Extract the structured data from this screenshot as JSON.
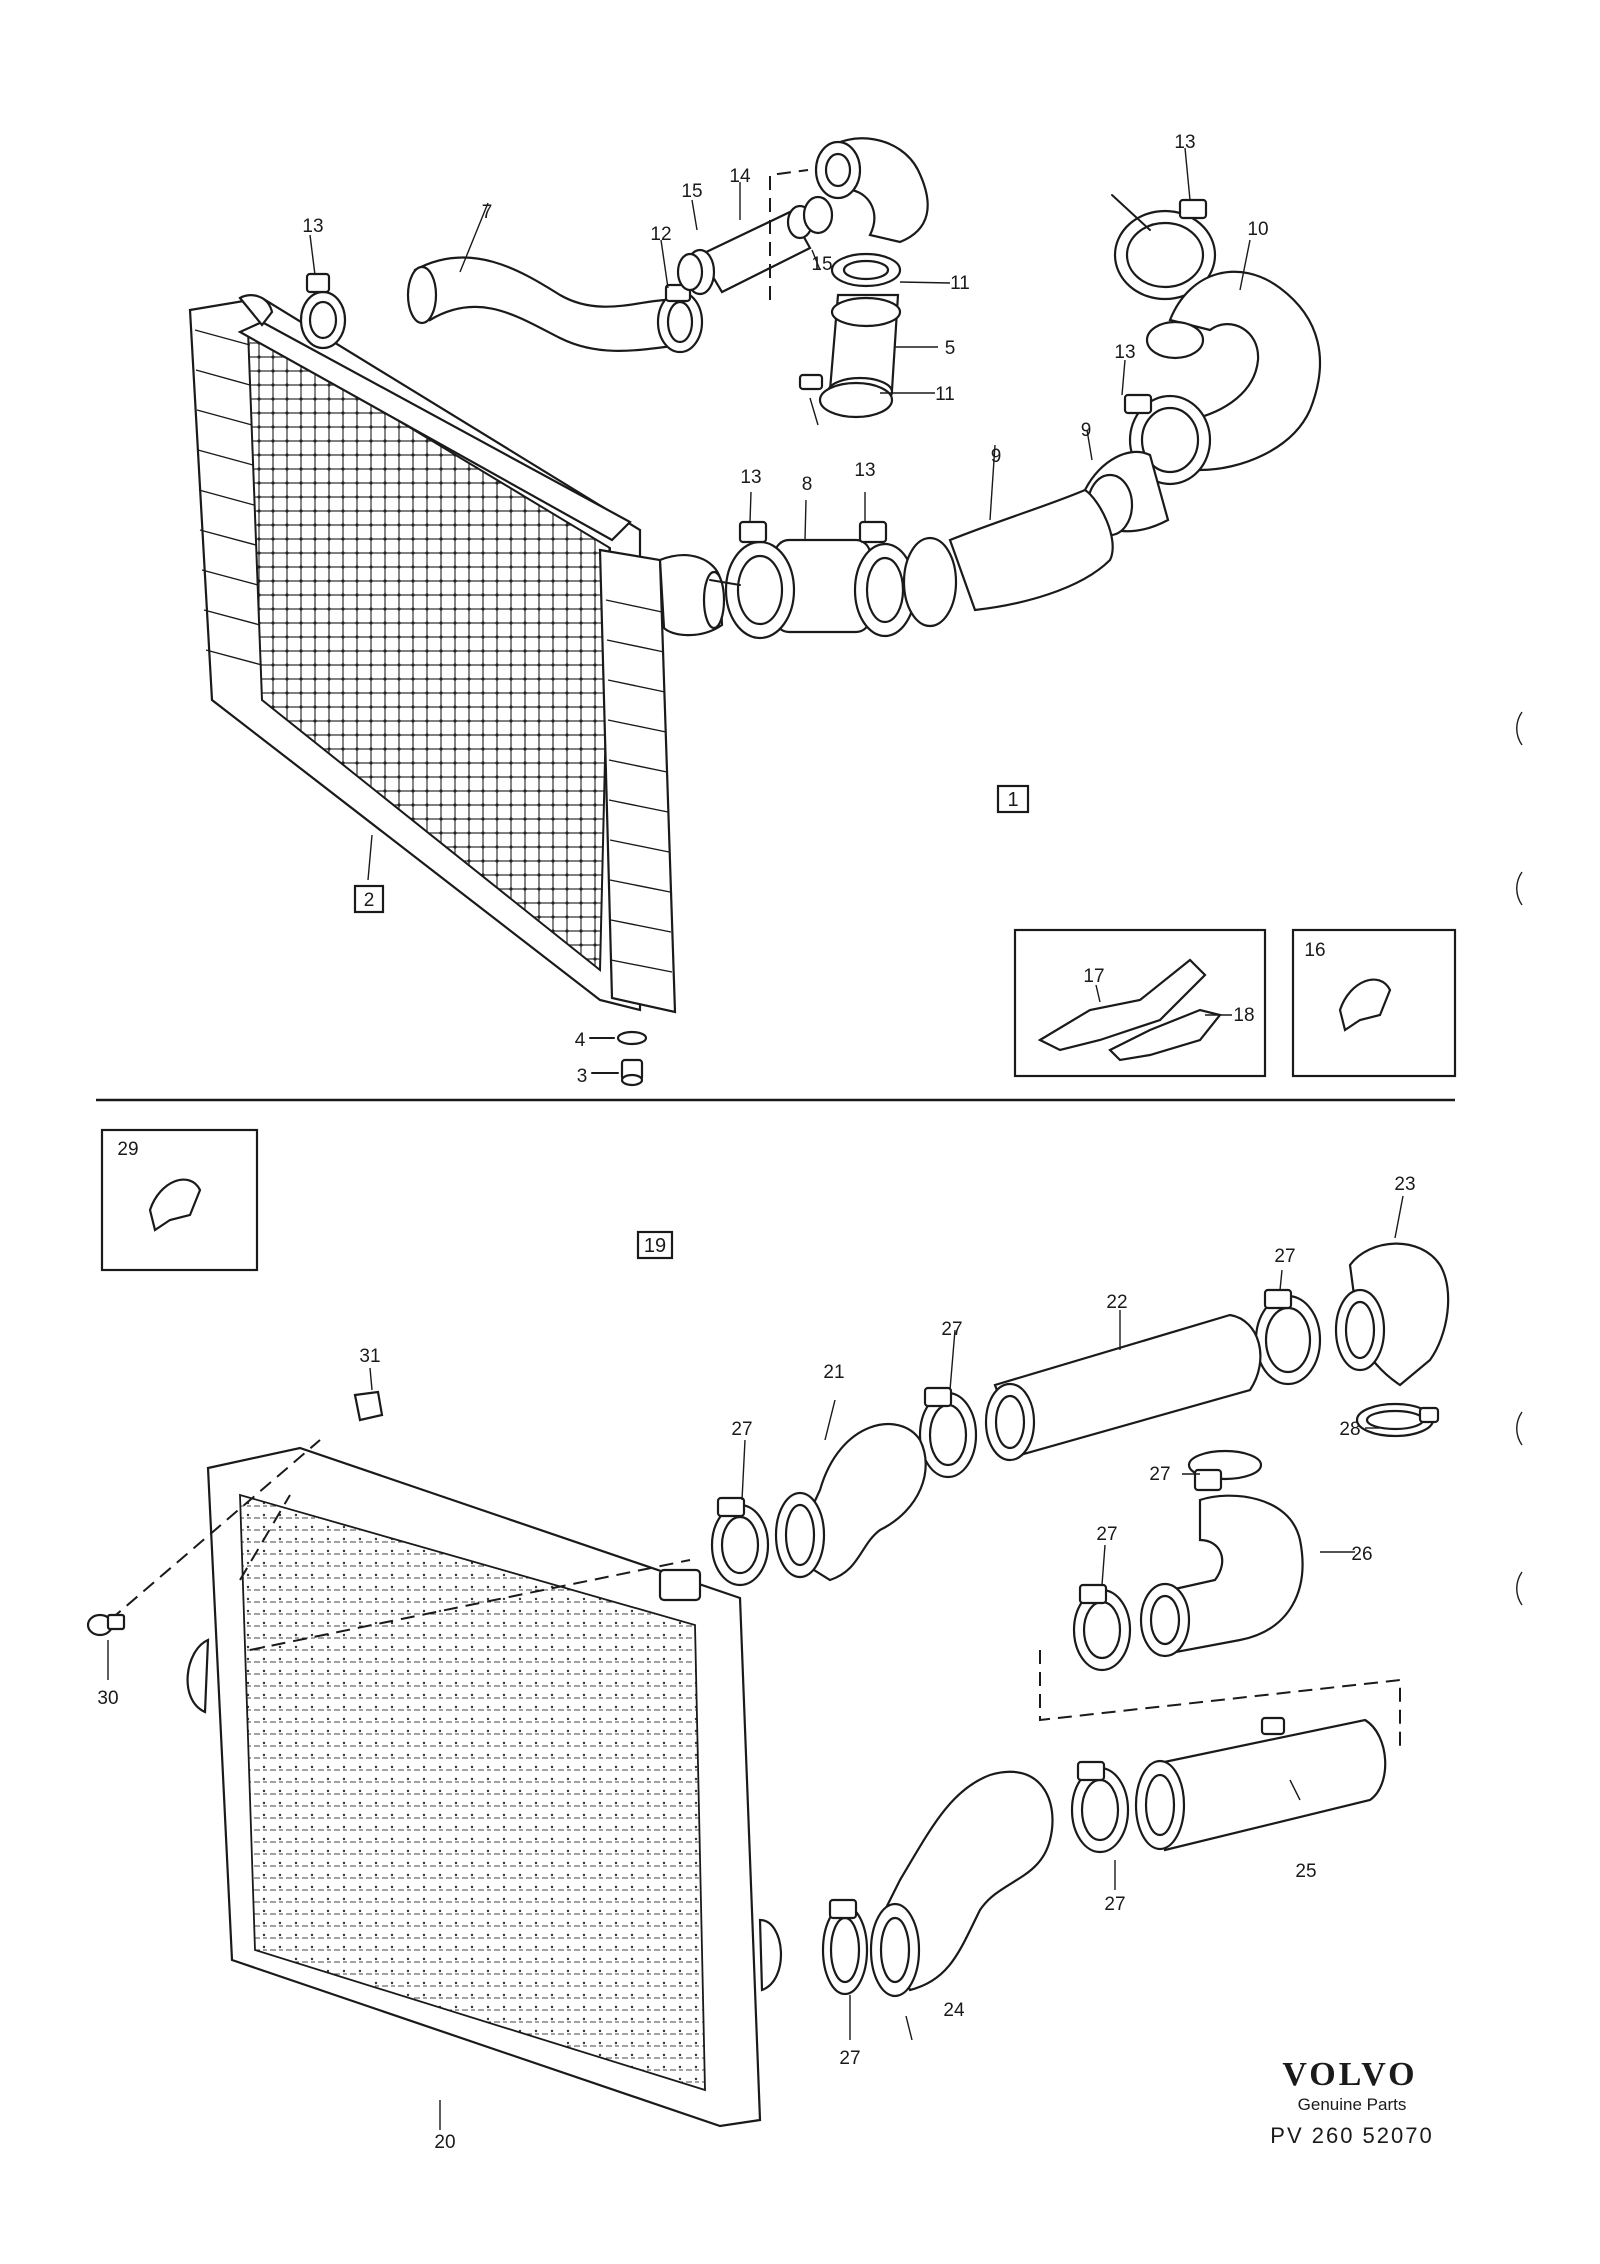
{
  "diagram": {
    "upper_group_label": "1",
    "lower_group_label": "19",
    "inset_boxes": {
      "box_17_18": {
        "labels": [
          "17",
          "18"
        ]
      },
      "box_16": {
        "label": "16"
      },
      "box_29": {
        "label": "29"
      }
    },
    "callouts_upper": {
      "c2": "2",
      "c3": "3",
      "c4": "4",
      "c5": "5",
      "c7": "7",
      "c8": "8",
      "c9a": "9",
      "c9b": "9",
      "c10": "10",
      "c11a": "11",
      "c11b": "11",
      "c12": "12",
      "c13a": "13",
      "c13b": "13",
      "c13c": "13",
      "c13d": "13",
      "c13e": "13",
      "c14": "14",
      "c15a": "15",
      "c15b": "15"
    },
    "callouts_lower": {
      "c20": "20",
      "c21": "21",
      "c22": "22",
      "c23": "23",
      "c24": "24",
      "c25": "25",
      "c26": "26",
      "c27a": "27",
      "c27b": "27",
      "c27c": "27",
      "c27d": "27",
      "c27e": "27",
      "c27f": "27",
      "c27g": "27",
      "c28": "28",
      "c30": "30",
      "c31": "31"
    },
    "branding": {
      "logo": "VOLVO",
      "subtitle": "Genuine Parts",
      "part_number": "PV 260 52070"
    }
  }
}
